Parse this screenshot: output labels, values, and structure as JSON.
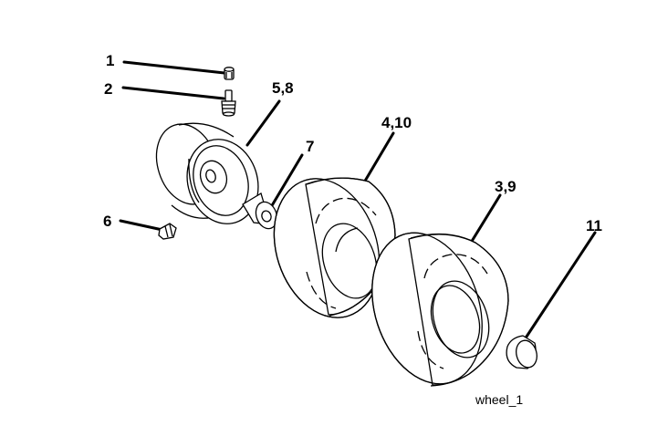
{
  "callouts": {
    "c1": "1",
    "c2": "2",
    "c58": "5,8",
    "c6": "6",
    "c7": "7",
    "c410": "4,10",
    "c39": "3,9",
    "c11": "11"
  },
  "caption": "wheel_1"
}
